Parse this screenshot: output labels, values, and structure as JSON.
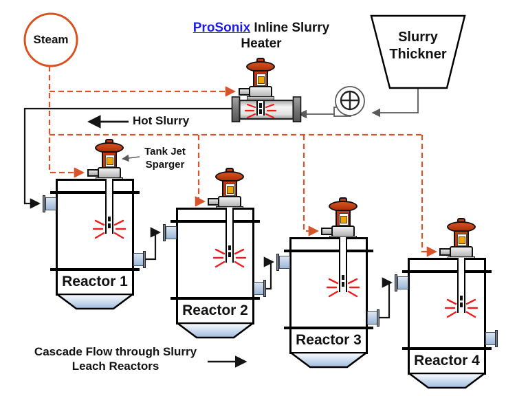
{
  "diagram": {
    "steam": {
      "label": "Steam"
    },
    "heater": {
      "brand": "ProSonix",
      "title_rest": " Inline Slurry",
      "title_line2": "Heater"
    },
    "thickner": {
      "line1": "Slurry",
      "line2": "Thickner"
    },
    "labels": {
      "hot_slurry": "Hot Slurry",
      "sparger_line1": "Tank Jet",
      "sparger_line2": "Sparger",
      "cascade_line1": "Cascade Flow through Slurry",
      "cascade_line2": "Leach Reactors"
    },
    "reactors": [
      {
        "label": "Reactor 1"
      },
      {
        "label": "Reactor 2"
      },
      {
        "label": "Reactor 3"
      },
      {
        "label": "Reactor 4"
      }
    ],
    "colors": {
      "steam_dash_red": "#d8522a",
      "steam_circle_red": "#d8511f",
      "actuator_red": "#bf3a12",
      "indicator_amber": "#efa500",
      "nozzle_blue": "#b8cce4",
      "cone_blue": "#9fbcdf",
      "hyperlink_blue": "#1d1dea",
      "jet_red": "#ee1c1c"
    }
  }
}
